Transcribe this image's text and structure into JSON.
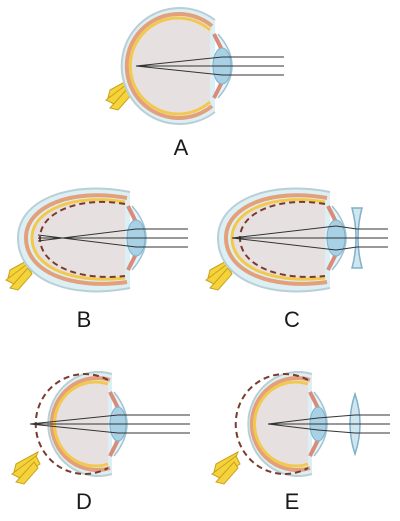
{
  "labels": {
    "a": "A",
    "b": "B",
    "c": "C",
    "d": "D",
    "e": "E"
  },
  "colors": {
    "sclera_outline": "#b9cfd6",
    "sclera_fill": "#dceff4",
    "choroid": "#e3a07a",
    "retina": "#f2c94c",
    "vitreous": "#e7e0e0",
    "lens": "#a9d1e6",
    "iris": "#d98c7a",
    "nerve": "#f5d33a",
    "focus_line": "#7a3b2e",
    "ray": "#333333",
    "glasses": "#cfe6f1"
  }
}
